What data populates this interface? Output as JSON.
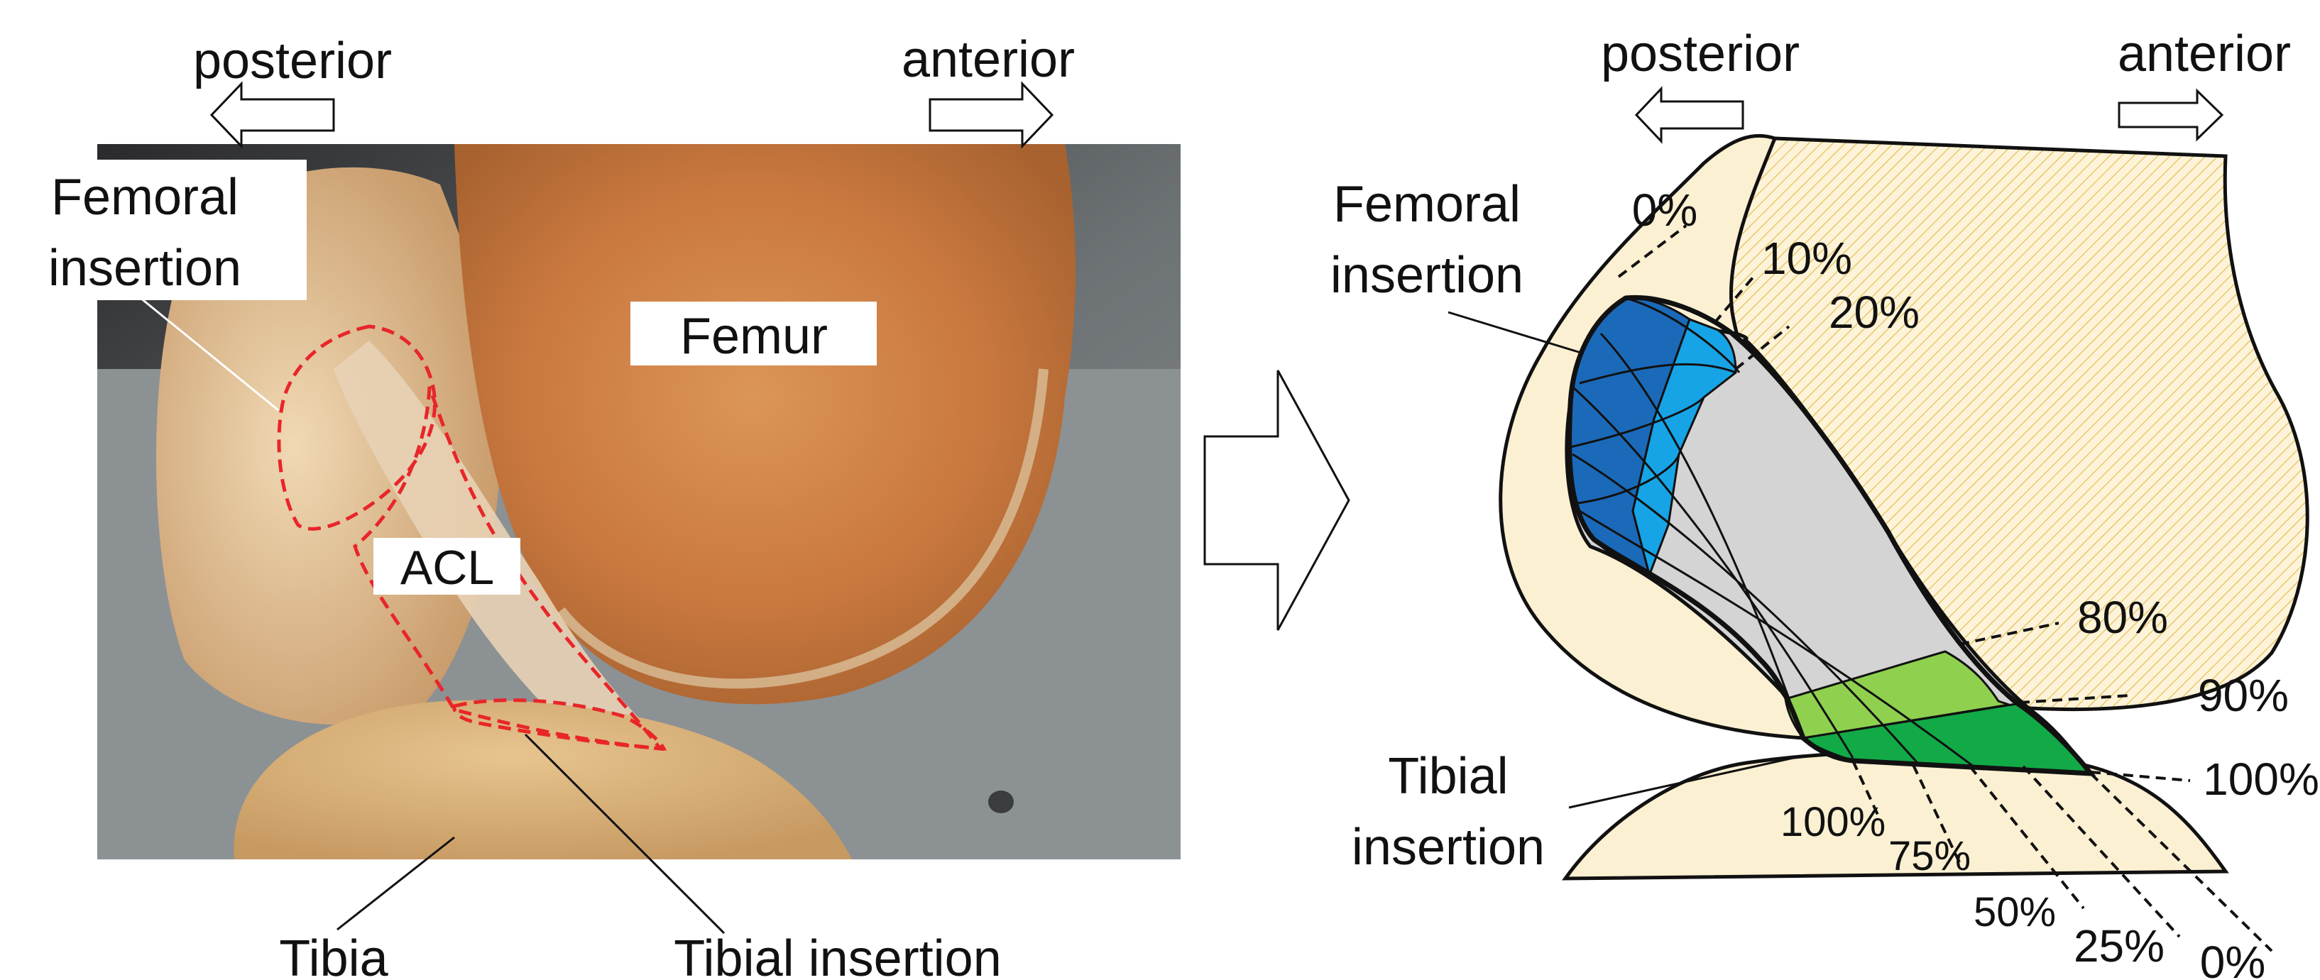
{
  "photo": {
    "posterior": "posterior",
    "anterior": "anterior",
    "femoral_insertion_1": "Femoral",
    "femoral_insertion_2": "insertion",
    "femur": "Femur",
    "acl": "ACL",
    "tibia": "Tibia",
    "tibial_insertion": "Tibial insertion"
  },
  "schematic": {
    "posterior": "posterior",
    "anterior": "anterior",
    "femoral_insertion_1": "Femoral",
    "femoral_insertion_2": "insertion",
    "tibial_insertion_1": "Tibial",
    "tibial_insertion_2": "insertion",
    "femoral_percent": [
      "0%",
      "10%",
      "20%",
      "80%",
      "90%",
      "100%"
    ],
    "tibial_percent": [
      "100%",
      "75%",
      "50%",
      "25%",
      "0%"
    ]
  },
  "colors": {
    "bone_fill": "#fcf0d2",
    "hatch": "#e7bf4d",
    "dark_blue": "#1b6ab9",
    "light_blue": "#17a4e6",
    "gray": "#d4d4d4",
    "light_green": "#8fd14f",
    "dark_green": "#12aa47",
    "red_dash": "#e8262a"
  }
}
